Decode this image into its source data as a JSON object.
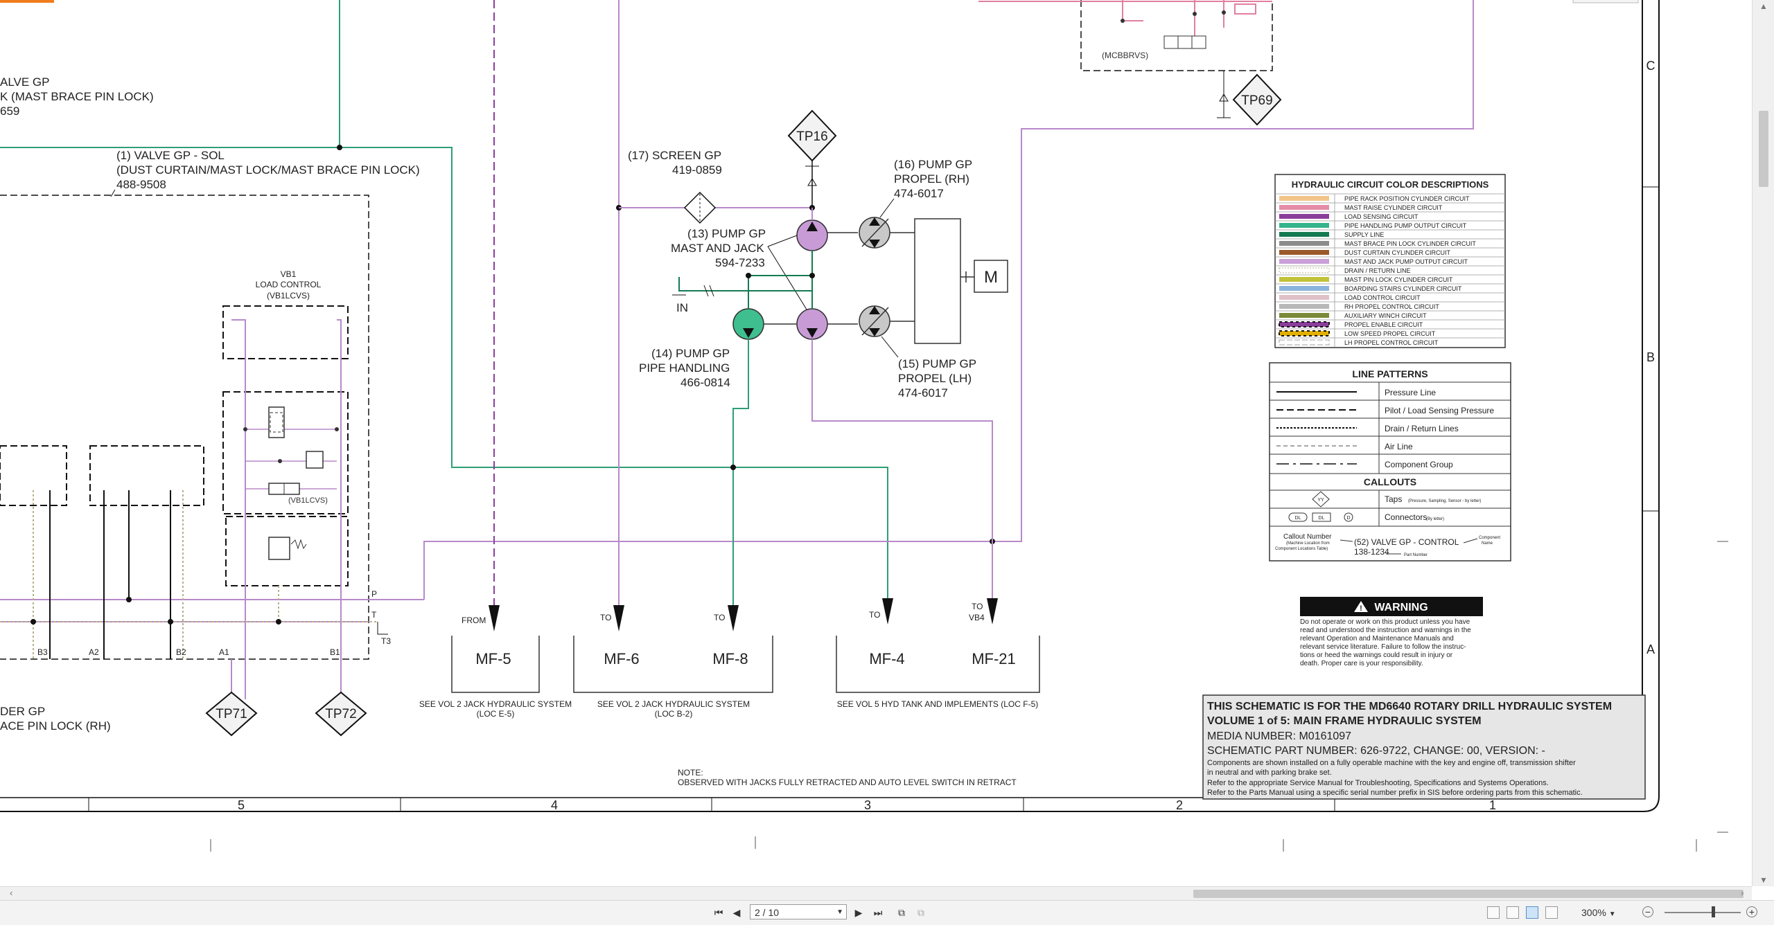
{
  "accent_color": "#f07c1e",
  "colors": {
    "green": "#2e9e74",
    "purple": "#b889c9",
    "pink": "#e07fa0",
    "gray": "#8a8a8a",
    "black": "#111111",
    "tan": "#b8b08a"
  },
  "schematic": {
    "left_fragments": [
      "ALVE GP",
      "K (MAST BRACE PIN LOCK)",
      "659"
    ],
    "valve_gp_sol": {
      "line1": "(1) VALVE GP - SOL",
      "line2": "(DUST CURTAIN/MAST LOCK/MAST BRACE PIN LOCK)",
      "part": "488-9508"
    },
    "vb1": {
      "name": "VB1",
      "desc": "LOAD CONTROL",
      "code": "(VB1LCVS)",
      "code2": "(VB1LCVS)"
    },
    "ports": [
      "B3",
      "A2",
      "B2",
      "A1",
      "B1"
    ],
    "port_p": "P",
    "port_t": "T",
    "port_t3": "T3",
    "bottom_left_fragments": [
      "DER GP",
      "ACE PIN LOCK (RH)"
    ],
    "testpoints": {
      "tp71": "TP71",
      "tp72": "TP72",
      "tp16": "TP16",
      "tp69": "TP69"
    },
    "mcbbrvs": "(MCBBRVS)",
    "screen_gp": {
      "name": "(17) SCREEN GP",
      "part": "419-0859"
    },
    "pump13": {
      "name": "(13) PUMP GP",
      "desc": "MAST AND JACK",
      "part": "594-7233"
    },
    "pump14": {
      "name": "(14) PUMP GP",
      "desc": "PIPE HANDLING",
      "part": "466-0814"
    },
    "pump16": {
      "name": "(16) PUMP GP",
      "desc": "PROPEL (RH)",
      "part": "474-6017"
    },
    "pump15": {
      "name": "(15) PUMP GP",
      "desc": "PROPEL (LH)",
      "part": "474-6017"
    },
    "motor_label": "M",
    "in_label": "IN",
    "flow_labels": {
      "from": "FROM",
      "to1": "TO",
      "to2": "TO",
      "to3": "TO",
      "to4": "TO",
      "vb4": "VB4"
    },
    "mf": {
      "mf5": "MF-5",
      "mf6": "MF-6",
      "mf8": "MF-8",
      "mf4": "MF-4",
      "mf21": "MF-21"
    },
    "see": {
      "s1a": "SEE VOL 2 JACK HYDRAULIC SYSTEM",
      "s1b": "(LOC E-5)",
      "s2a": "SEE VOL 2 JACK HYDRAULIC SYSTEM",
      "s2b": "(LOC B-2)",
      "s3": "SEE VOL 5 HYD TANK AND IMPLEMENTS (LOC F-5)"
    },
    "note": {
      "label": "NOTE:",
      "text": "OBSERVED WITH JACKS FULLY RETRACTED AND AUTO LEVEL SWITCH IN RETRACT"
    },
    "zone_cols": [
      "5",
      "4",
      "3",
      "2",
      "1"
    ],
    "zone_rows": [
      "C",
      "B",
      "A"
    ]
  },
  "legend": {
    "title": "HYDRAULIC CIRCUIT COLOR DESCRIPTIONS",
    "items": [
      {
        "label": "PIPE RACK POSITION CYLINDER CIRCUIT",
        "color": "#f2c48a",
        "style": "solid"
      },
      {
        "label": "MAST RAISE CYLINDER CIRCUIT",
        "color": "#e58ca6",
        "style": "solid"
      },
      {
        "label": "LOAD SENSING CIRCUIT",
        "color": "#8a3e9b",
        "style": "solid"
      },
      {
        "label": "PIPE HANDLING PUMP OUTPUT CIRCUIT",
        "color": "#35b38a",
        "style": "solid"
      },
      {
        "label": "SUPPLY LINE",
        "color": "#157a52",
        "style": "solid"
      },
      {
        "label": "MAST BRACE PIN LOCK CYLINDER CIRCUIT",
        "color": "#8c8c8c",
        "style": "solid"
      },
      {
        "label": "DUST CURTAIN CYLINDER CIRCUIT",
        "color": "#9a5a2a",
        "style": "solid"
      },
      {
        "label": "MAST AND JACK PUMP OUTPUT CIRCUIT",
        "color": "#caa0d8",
        "style": "solid"
      },
      {
        "label": "DRAIN / RETURN LINE",
        "color": "#b8b08a",
        "style": "dotted"
      },
      {
        "label": "MAST PIN LOCK CYLINDER CIRCUIT",
        "color": "#c2c23a",
        "style": "solid"
      },
      {
        "label": "BOARDING STAIRS CYLINDER CIRCUIT",
        "color": "#8ab4de",
        "style": "solid"
      },
      {
        "label": "LOAD CONTROL CIRCUIT",
        "color": "#e0c0c8",
        "style": "solid"
      },
      {
        "label": "RH PROPEL CONTROL CIRCUIT",
        "color": "#b8b8b8",
        "style": "solid"
      },
      {
        "label": "AUXILIARY WINCH CIRCUIT",
        "color": "#7a8a3a",
        "style": "solid"
      },
      {
        "label": "PROPEL ENABLE CIRCUIT",
        "color": "#8a3e9b",
        "style": "hatch"
      },
      {
        "label": "LOW SPEED PROPEL CIRCUIT",
        "color": "#e0b000",
        "style": "hatch"
      },
      {
        "label": "LH PROPEL CONTROL CIRCUIT",
        "color": "#a0a0a0",
        "style": "dashed"
      }
    ]
  },
  "line_patterns": {
    "title": "LINE PATTERNS",
    "items": [
      "Pressure Line",
      "Pilot / Load Sensing Pressure",
      "Drain / Return Lines",
      "Air Line",
      "Component Group"
    ],
    "callouts_title": "CALLOUTS",
    "taps_label": "Taps",
    "taps_note": "(Pressure, Sampling, Sensor - by letter)",
    "taps_symbol": "YY",
    "connectors_label": "Connectors",
    "connectors_note": "(By letter)",
    "connector_symbols": [
      "DL",
      "DL",
      "D"
    ],
    "callout_example": {
      "callout_number": "Callout Number",
      "machine_location": "(Machine Location from",
      "component_locations": "Component Locations Table)",
      "text": "(52) VALVE GP - CONTROL",
      "part": "138-1234",
      "part_number": "Part Number",
      "component": "Component",
      "name": "Name"
    }
  },
  "warning": {
    "title": "WARNING",
    "lines": [
      "Do not operate or work on this product unless you have",
      "read and understood the instruction and warnings in the",
      "relevant Operation and Maintenance Manuals and",
      "relevant service literature. Failure to follow the instruc-",
      "tions or heed the warnings could result in injury or",
      "death. Proper care is your responsibility."
    ]
  },
  "title_block": {
    "line1": "THIS SCHEMATIC IS FOR THE MD6640 ROTARY DRILL HYDRAULIC SYSTEM",
    "line2": "VOLUME 1 of 5: MAIN FRAME HYDRAULIC SYSTEM",
    "media": "MEDIA NUMBER: M0161097",
    "part": "SCHEMATIC PART NUMBER: 626-9722, CHANGE: 00, VERSION: -",
    "notes": [
      "Components are shown installed on a fully operable machine with the key and engine off, transmission shifter",
      "in neutral and with parking brake set.",
      "Refer to the appropriate Service Manual for Troubleshooting, Specifications and Systems Operations.",
      "Refer to the Parts Manual using a specific serial number prefix in SIS before ordering parts from this schematic."
    ]
  },
  "viewer": {
    "page_value": "2 / 10",
    "zoom": "300%"
  }
}
